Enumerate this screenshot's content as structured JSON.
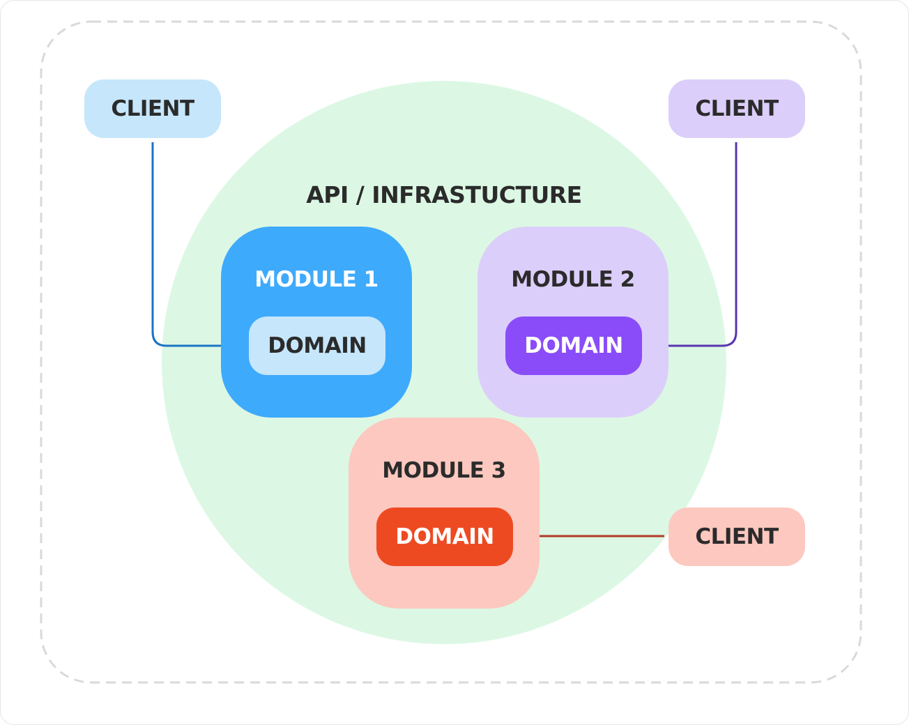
{
  "diagram": {
    "title": "API / INFRASTUCTURE",
    "modules": [
      {
        "label": "MODULE 1",
        "domain_label": "DOMAIN",
        "color": "#3eaafc",
        "domain_color": "#c6e6fb"
      },
      {
        "label": "MODULE 2",
        "domain_label": "DOMAIN",
        "color": "#dccefa",
        "domain_color": "#8a4cf8"
      },
      {
        "label": "MODULE 3",
        "domain_label": "DOMAIN",
        "color": "#fcc8bf",
        "domain_color": "#ee4a22"
      }
    ],
    "clients": [
      {
        "label": "CLIENT",
        "color": "#c6e6fb",
        "connects_to": "MODULE 1"
      },
      {
        "label": "CLIENT",
        "color": "#dccefa",
        "connects_to": "MODULE 2"
      },
      {
        "label": "CLIENT",
        "color": "#fcc8bf",
        "connects_to": "MODULE 3"
      }
    ],
    "colors": {
      "infrastructure_circle": "#dcf8e4",
      "border_dashed": "#d9d9d9",
      "connector_1": "#1a74c4",
      "connector_2": "#5a34b0",
      "connector_3": "#b53a2a"
    }
  }
}
